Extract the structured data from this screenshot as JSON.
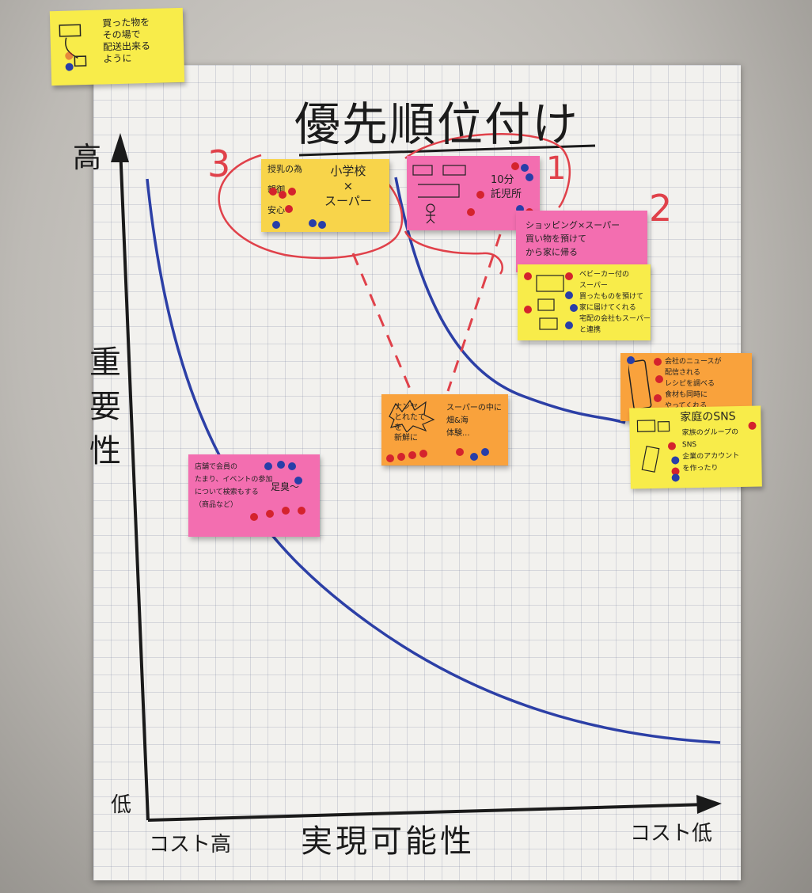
{
  "title": "優先順位付け",
  "axes": {
    "y_high": "高",
    "y_title": "重要性",
    "y_low": "低",
    "x_title": "実現可能性",
    "x_cost_high": "コスト高",
    "x_cost_low": "コスト低"
  },
  "ranks": {
    "first": "1",
    "second": "2",
    "third": "3"
  },
  "colors": {
    "yellow_note": "#f8ec4a",
    "pink_note": "#f36eb0",
    "orange_note": "#f9a23c",
    "curve": "#2c3fa6",
    "rank_marker": "#e0414a",
    "red_dot": "#d4232d",
    "blue_dot": "#283ea8"
  },
  "notes": {
    "top_left": {
      "text": "買った物を\nその場で\n配送出来る\nように"
    },
    "school_supermarket": {
      "text": "授乳の為\n\n親御\n\n安心",
      "headline": "小学校\n×\nスーパー"
    },
    "nursery_10min": {
      "text": "10分\n託児所"
    },
    "shopping_supermarket": {
      "text": "ショッピング×スーパー\n買い物を預けて\nから家に帰る"
    },
    "supermarket_service": {
      "text": "ベビーカー付の\nスーパー\n買ったものを預けて\n家に届けてくれる\n宅配の会社もスーパー\nと連携"
    },
    "online_info": {
      "text": "会社のニュースが\n配信される\nレシピを調べる\n食材も同時に\nやってくれる"
    },
    "family_sns": {
      "text": "家庭のSNS",
      "subtext": "家族のグループの\nSNS\n企業のアカウント\nを作ったり"
    },
    "center_orange": {
      "text": "ナンヤ\nとれたて\nを\n新鮮に",
      "side": "スーパーの中に\n畑&海\n体験..."
    },
    "bottom_pink": {
      "text": "店舗で会員の\nたまり、イベントの参加\nについて検索もする\n（商品など）",
      "side": "足臭～"
    }
  }
}
